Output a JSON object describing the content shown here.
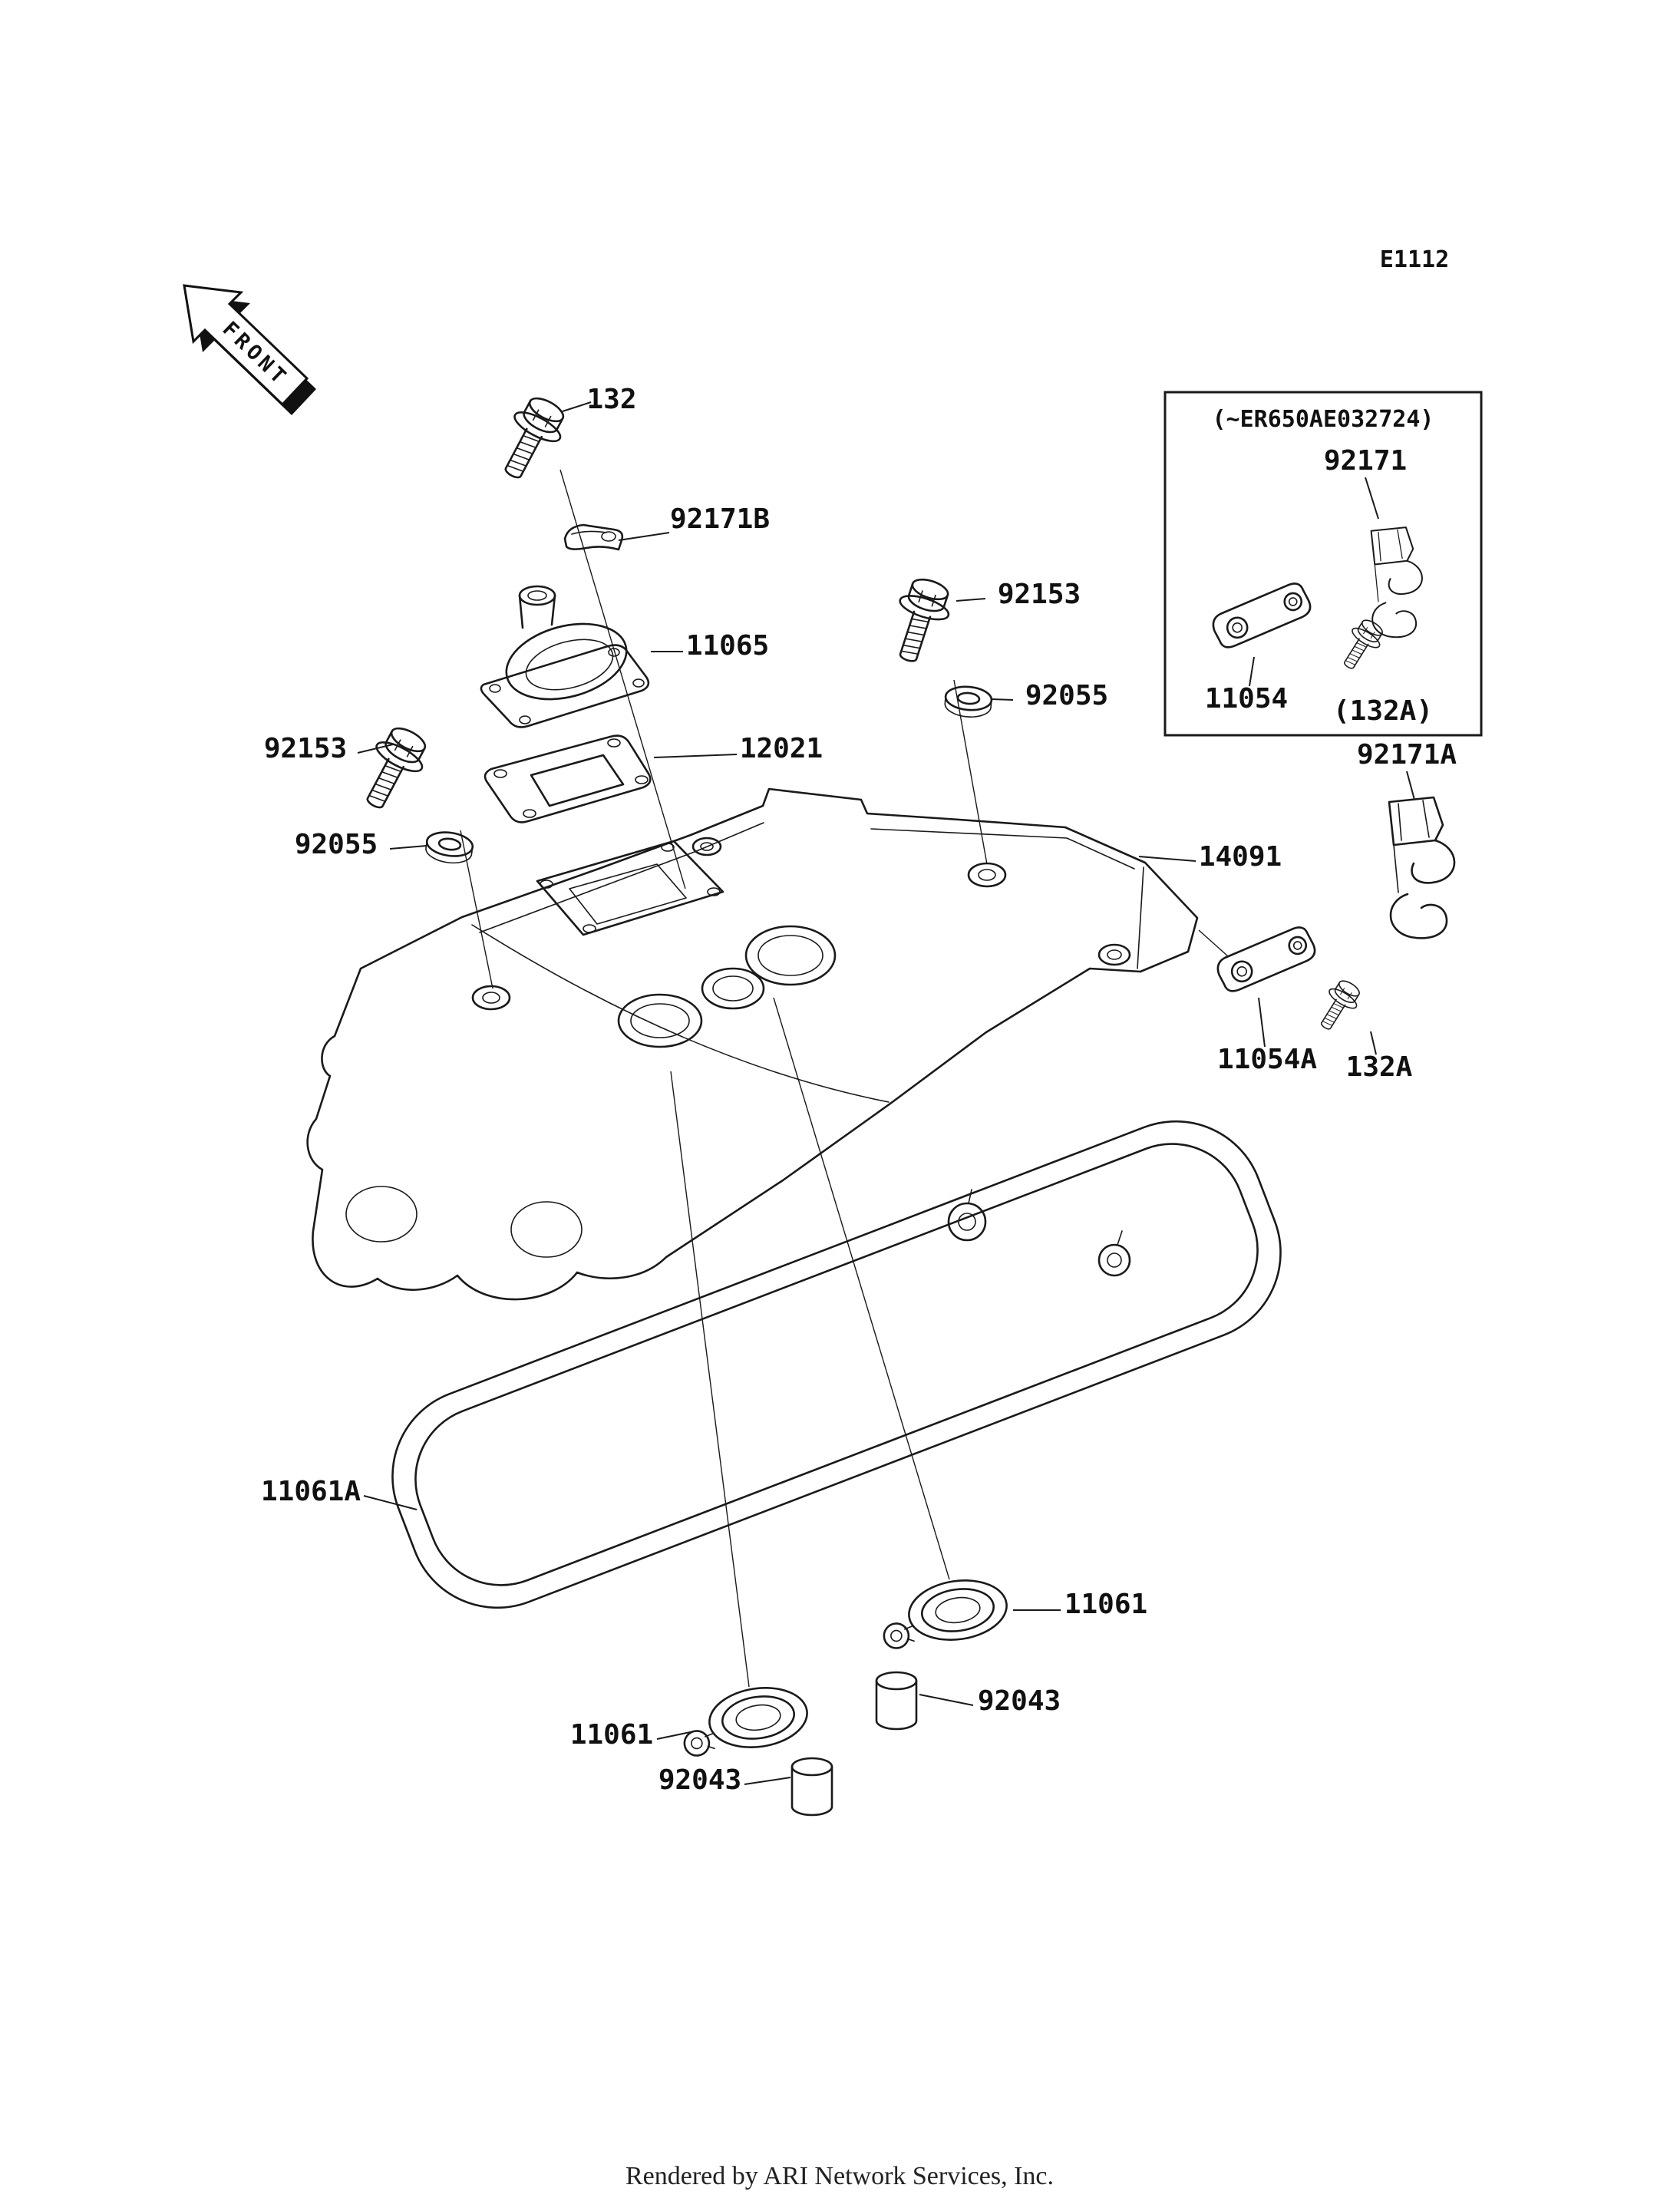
{
  "page": {
    "diagram_code": "E1112",
    "front_label": "FRONT",
    "footer_credit": "Rendered by ARI Network Services, Inc."
  },
  "callouts": {
    "c132": "132",
    "c92171B": "92171B",
    "c11065": "11065",
    "c92153_upper": "92153",
    "c92055_upper": "92055",
    "c92153_left": "92153",
    "c12021": "12021",
    "c92055_left": "92055",
    "c14091": "14091",
    "c92171A": "92171A",
    "c11054A": "11054A",
    "c132A": "132A",
    "c11061A": "11061A",
    "c11061_right": "11061",
    "c92043_right": "92043",
    "c11061_left": "11061",
    "c92043_left": "92043"
  },
  "inset": {
    "title": "(~ER650AE032724)",
    "c92171": "92171",
    "c11054": "11054",
    "c132A_paren": "(132A)"
  }
}
